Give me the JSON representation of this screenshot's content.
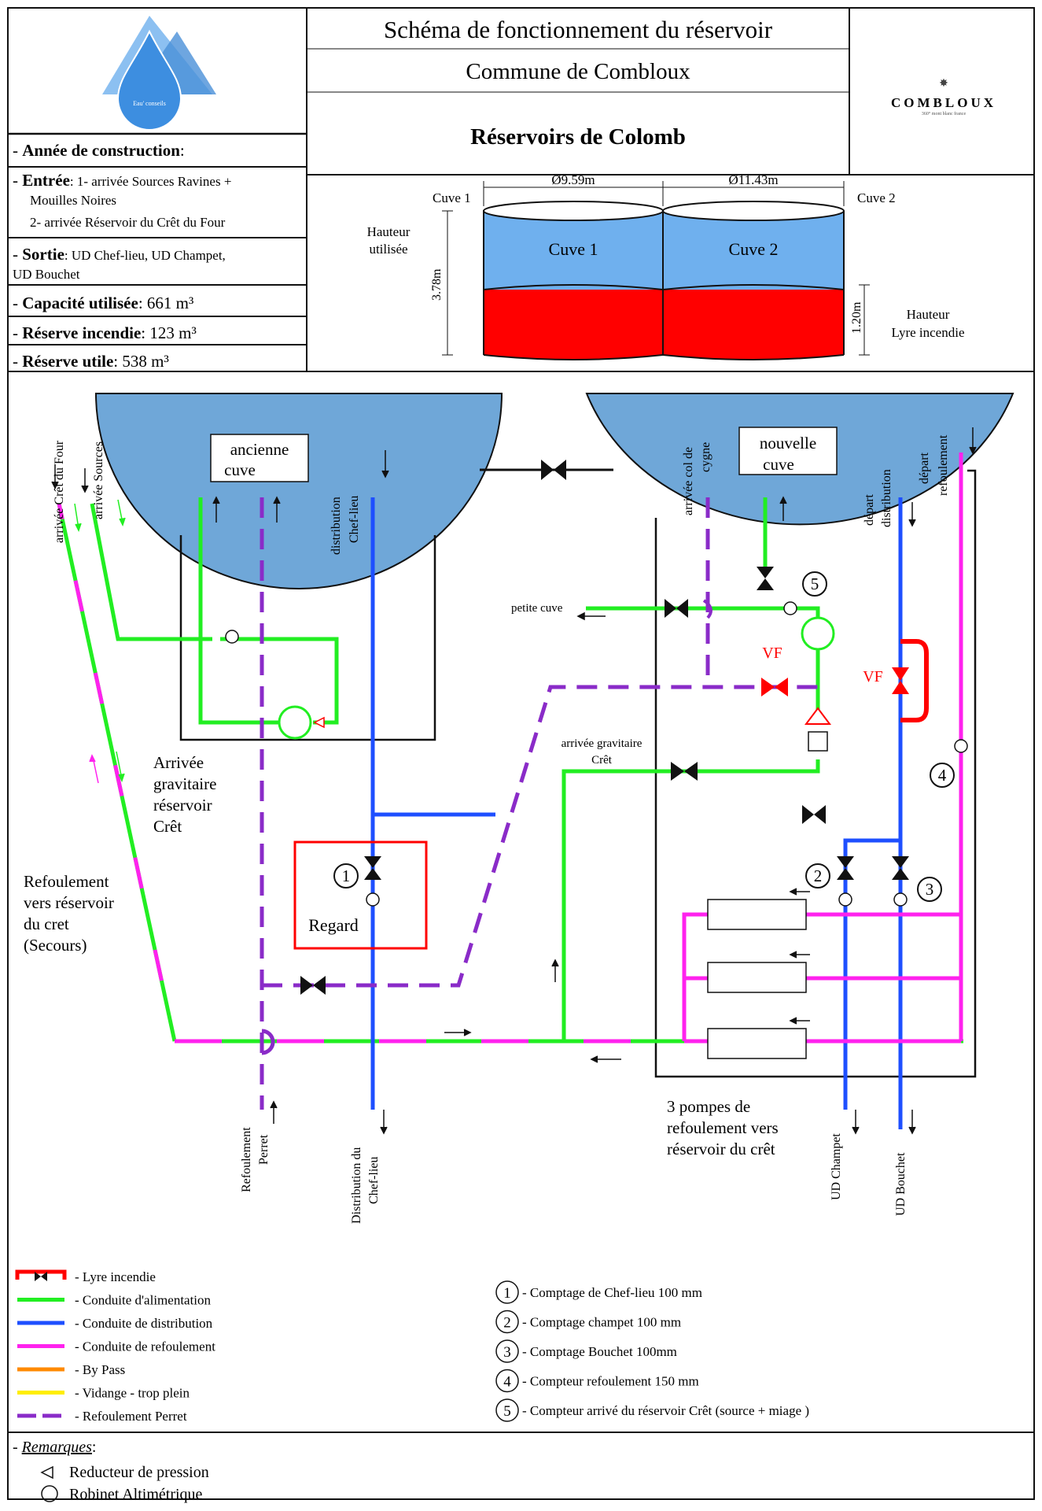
{
  "header": {
    "title": "Schéma de fonctionnement du réservoir",
    "commune": "Commune de Combloux",
    "site": "Réservoirs de Colomb",
    "logo_left": "Eau' conseils",
    "logo_right": "COMBLOUX",
    "logo_right_tag": "360° mont blanc france"
  },
  "info": {
    "year_label": "Année de construction",
    "year_value": "",
    "entree_label": "Entrée",
    "entree_line1": ": 1- arrivée Sources Ravines +",
    "entree_line2": "Mouilles Noires",
    "entree_line3": "2- arrivée Réservoir du Crêt du Four",
    "sortie_label": "Sortie",
    "sortie_line1": ": UD Chef-lieu, UD Champet,",
    "sortie_line2": "UD Bouchet",
    "capacite_label": "Capacité utilisée",
    "capacite_value": ": 661 m³",
    "incendie_label": "Réserve incendie",
    "incendie_value": ":  123 m³",
    "utile_label": "Réserve utile",
    "utile_value": ": 538 m³"
  },
  "tank_section": {
    "cuve1_diam": "Ø9.59m",
    "cuve2_diam": "Ø11.43m",
    "cuve1_side": "Cuve 1",
    "cuve2_side": "Cuve 2",
    "cuve1_label": "Cuve 1",
    "cuve2_label": "Cuve 2",
    "hauteur_util_1": "Hauteur",
    "hauteur_util_2": "utilisée",
    "height_total": "3.78m",
    "height_fire": "1.20m",
    "hauteur_lyre_1": "Hauteur",
    "hauteur_lyre_2": "Lyre incendie",
    "colors": {
      "water": "#6fb0ee",
      "fire": "#ff0000"
    }
  },
  "schema": {
    "ancienne_cuve_1": "ancienne",
    "ancienne_cuve_2": "cuve",
    "nouvelle_cuve_1": "nouvelle",
    "nouvelle_cuve_2": "cuve",
    "arrivee_cret_four": "arrivée Crêt du Four",
    "arrivee_sources": "arrivée Sources",
    "distribution_chef_lieu_1": "distribution",
    "distribution_chef_lieu_2": "Chef-lieu",
    "arrivee_col_cygne_1": "arrivée col de",
    "arrivee_col_cygne_2": "cygne",
    "depart_distribution_1": "départ",
    "depart_distribution_2": "distribution",
    "depart_refoulement_1": "départ",
    "depart_refoulement_2": "refoulement",
    "petite_cuve": "petite cuve",
    "vf_left": "VF",
    "vf_right": "VF",
    "arrivee_gravitaire_cret_1": "arrivée gravitaire",
    "arrivee_gravitaire_cret_2": "Crêt",
    "arrivee_gravitaire_1": "Arrivée",
    "arrivee_gravitaire_2": "gravitaire",
    "arrivee_gravitaire_3": "réservoir",
    "arrivee_gravitaire_4": "Crêt",
    "refoulement_1": "Refoulement",
    "refoulement_2": "vers réservoir",
    "refoulement_3": "du cret",
    "refoulement_4": "(Secours)",
    "regard": "Regard",
    "pompes_1": "3 pompes de",
    "pompes_2": "refoulement vers",
    "pompes_3": "réservoir du crêt",
    "refoulement_perret_1": "Refoulement",
    "refoulement_perret_2": "Perret",
    "distribution_du_1": "Distribution du",
    "distribution_du_2": "Chef-lieu",
    "ud_champet": "UD Champet",
    "ud_bouchet": "UD Bouchet",
    "n1": "1",
    "n2": "2",
    "n3": "3",
    "n4": "4",
    "n5": "5"
  },
  "legend": {
    "items": [
      {
        "label": "- Lyre incendie",
        "color": "#ff0000"
      },
      {
        "label": "- Conduite d'alimentation",
        "color": "#22ee22"
      },
      {
        "label": "- Conduite de distribution",
        "color": "#1e4fff"
      },
      {
        "label": "- Conduite de refoulement",
        "color": "#ff22ee"
      },
      {
        "label": "- By Pass",
        "color": "#ff8a00"
      },
      {
        "label": "- Vidange - trop plein",
        "color": "#ffee00"
      },
      {
        "label": "- Refoulement Perret",
        "color": "#8a2bc8"
      }
    ],
    "meters": [
      {
        "num": "1",
        "label": "- Comptage de Chef-lieu  100 mm"
      },
      {
        "num": "2",
        "label": "- Comptage champet  100 mm"
      },
      {
        "num": "3",
        "label": "-  Comptage Bouchet 100mm"
      },
      {
        "num": "4",
        "label": "- Compteur refoulement 150 mm"
      },
      {
        "num": "5",
        "label": "- Compteur arrivé du réservoir Crêt (source + miage )"
      }
    ]
  },
  "remarks": {
    "title": "Remarques",
    "reducteur": "Reducteur de pression",
    "robinet": "Robinet Altimétrique"
  }
}
